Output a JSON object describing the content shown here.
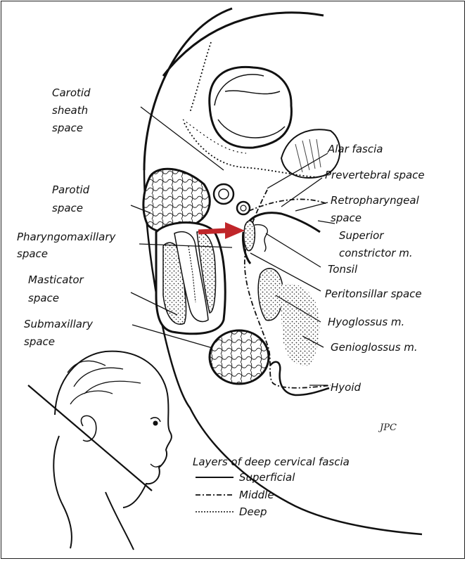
{
  "labels": {
    "carotid_1": "Carotid",
    "carotid_2": "sheath",
    "carotid_3": "space",
    "parotid_1": "Parotid",
    "parotid_2": "space",
    "pharyngo_1": "Pharyngomaxillary",
    "pharyngo_2": "space",
    "masticator_1": "Masticator",
    "masticator_2": "space",
    "submax_1": "Submaxillary",
    "submax_2": "space",
    "alar": "Alar fascia",
    "prevertebral": "Prevertebral space",
    "retro_1": "Retropharyngeal",
    "retro_2": "space",
    "superior_1": "Superior",
    "superior_2": "constrictor m.",
    "tonsil": "Tonsil",
    "peritonsillar": "Peritonsillar space",
    "hyoglossus": "Hyoglossus m.",
    "genioglossus": "Genioglossus m.",
    "hyoid": "Hyoid"
  },
  "signature": "JPC",
  "legend": {
    "title": "Layers of deep cervical fascia",
    "items": [
      "Superficial",
      "Middle",
      "Deep"
    ]
  },
  "colors": {
    "arrow": "#c0262a",
    "ink": "#111111"
  }
}
